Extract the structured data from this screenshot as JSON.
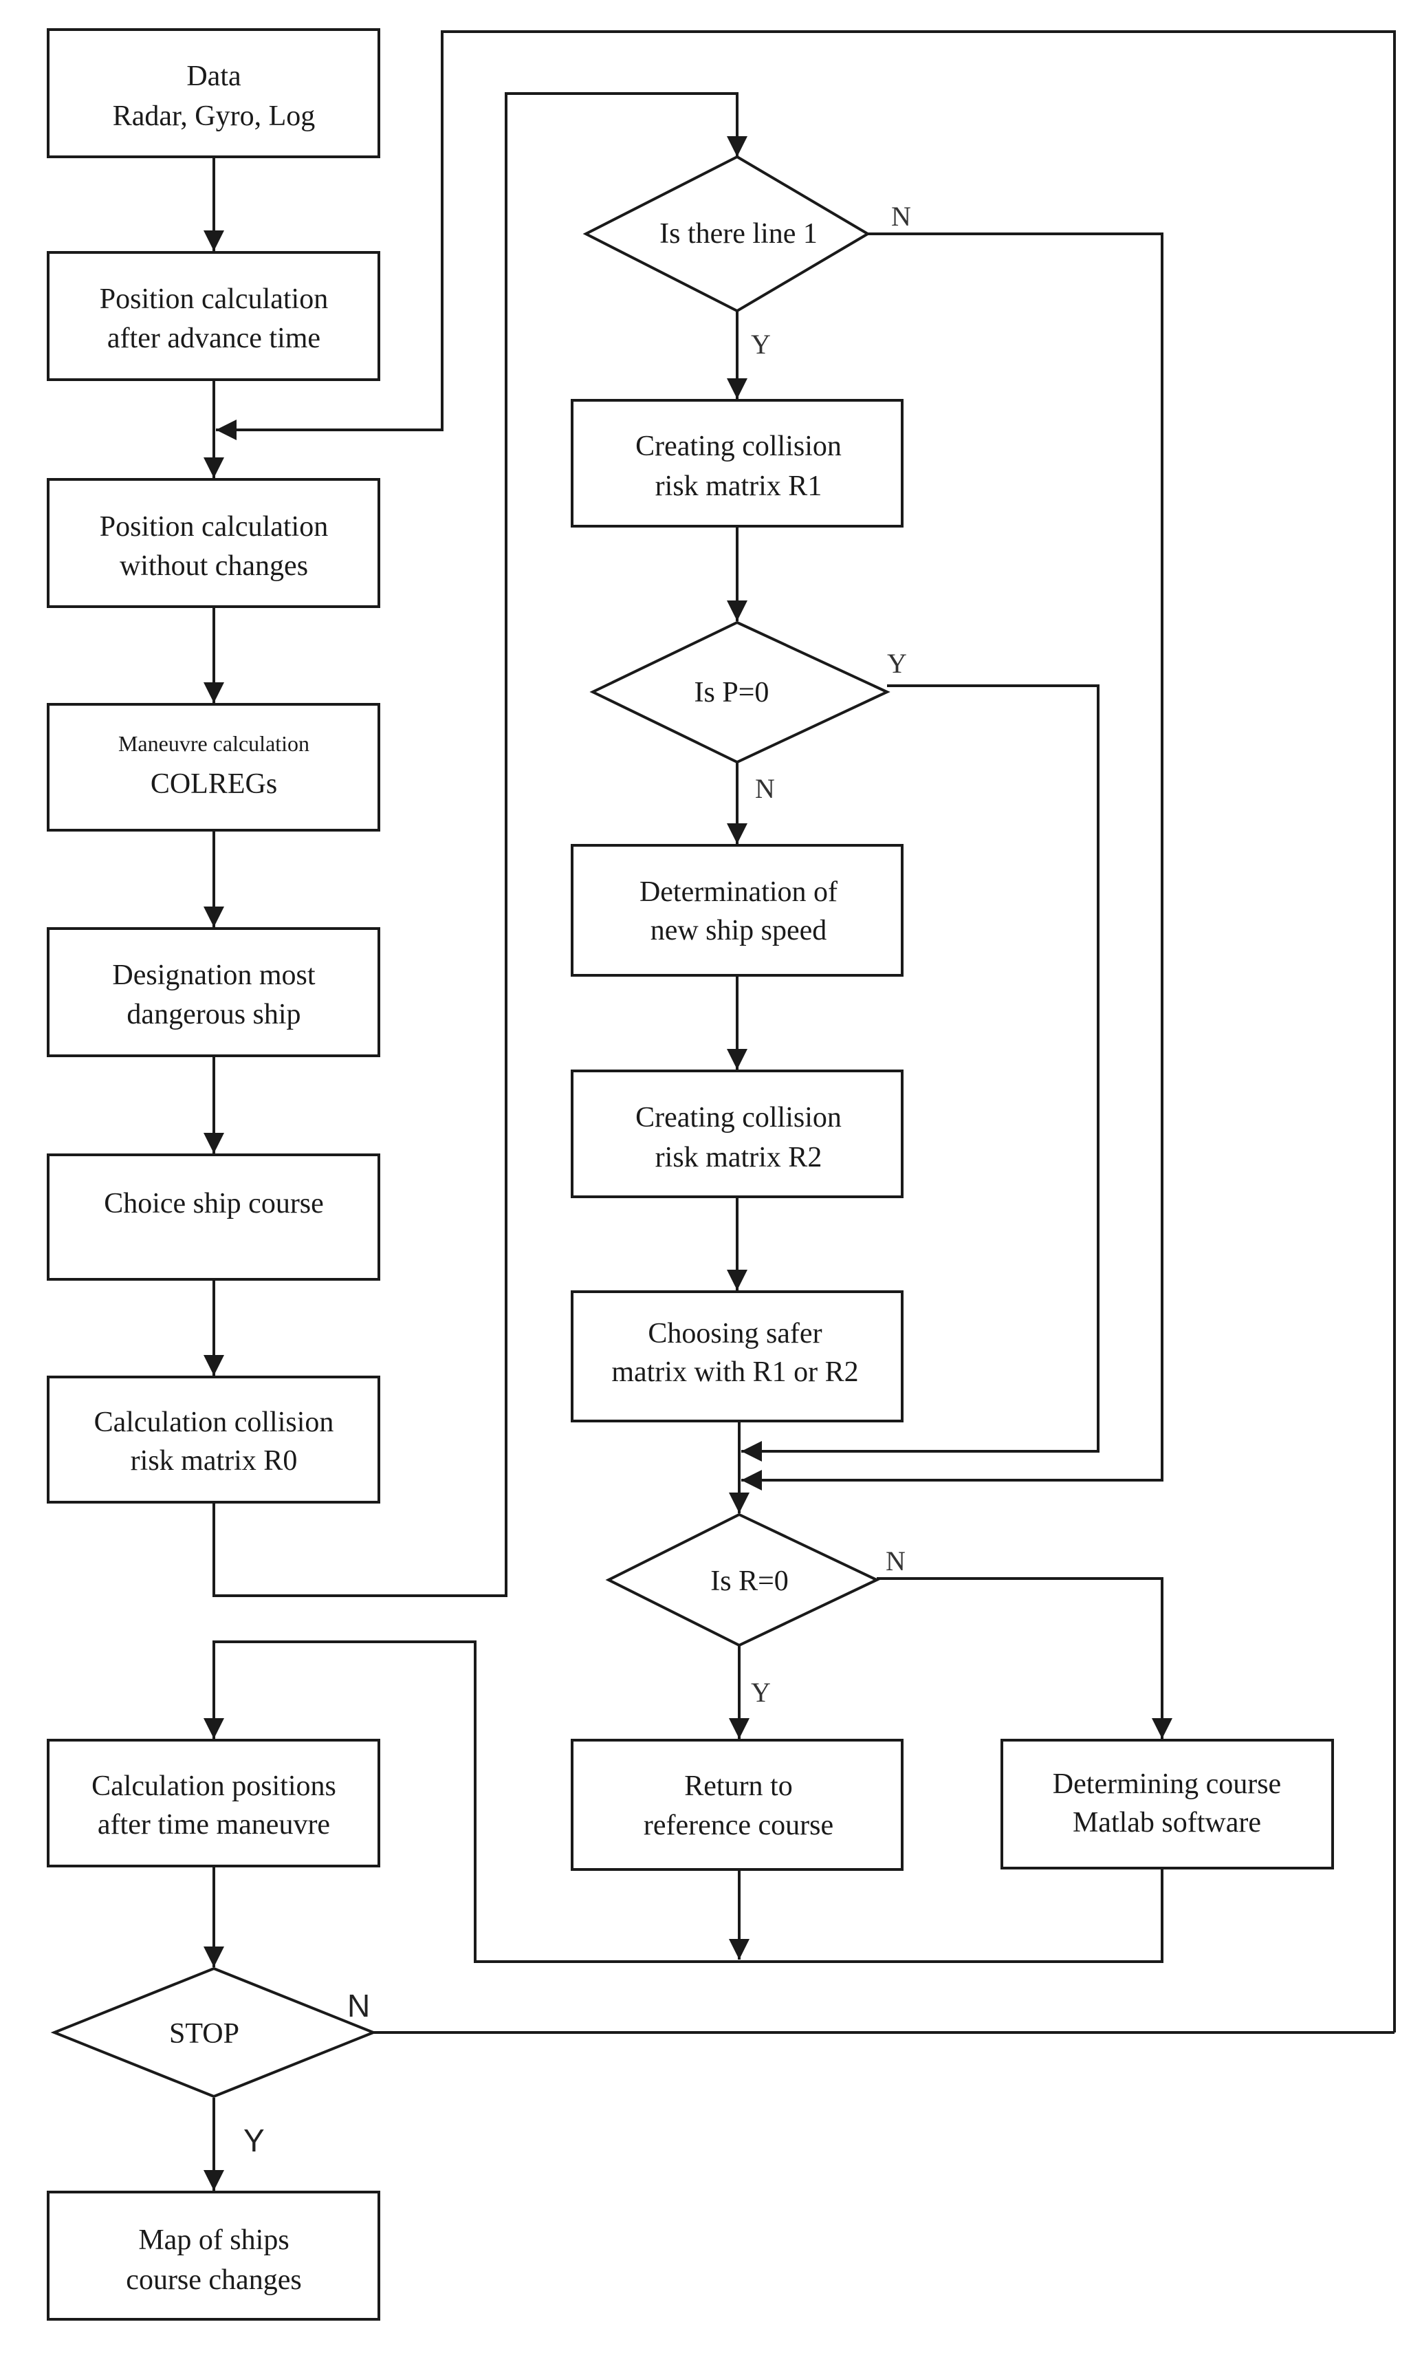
{
  "nodes": {
    "data": {
      "lines": [
        "Data",
        "Radar, Gyro, Log"
      ]
    },
    "pos_advance": {
      "lines": [
        "Position calculation",
        "after advance time"
      ]
    },
    "pos_nochange": {
      "lines": [
        "Position calculation",
        "without changes"
      ]
    },
    "maneuvre": {
      "lines": [
        "Maneuvre calculation",
        "COLREGs"
      ]
    },
    "designation": {
      "lines": [
        "Designation most",
        "dangerous ship"
      ]
    },
    "choice": {
      "lines": [
        "Choice ship course"
      ]
    },
    "calc_r0": {
      "lines": [
        "Calculation collision",
        "risk matrix R0"
      ]
    },
    "line1": {
      "lines": [
        "Is there line 1"
      ]
    },
    "create_r1": {
      "lines": [
        "Creating collision",
        "risk matrix R1"
      ]
    },
    "p0": {
      "lines": [
        "Is P=0"
      ]
    },
    "speed": {
      "lines": [
        "Determination of",
        "new ship speed"
      ]
    },
    "create_r2": {
      "lines": [
        "Creating collision",
        "risk matrix R2"
      ]
    },
    "safer": {
      "lines": [
        "Choosing safer",
        "matrix with R1 or R2"
      ]
    },
    "r0": {
      "lines": [
        "Is R=0"
      ]
    },
    "return_ref": {
      "lines": [
        "Return to",
        "reference course"
      ]
    },
    "matlab": {
      "lines": [
        "Determining course",
        "Matlab software"
      ]
    },
    "calc_pos": {
      "lines": [
        "Calculation positions",
        "after time maneuvre"
      ]
    },
    "stop": {
      "lines": [
        "STOP"
      ]
    },
    "map": {
      "lines": [
        "Map of ships",
        "course changes"
      ]
    }
  },
  "branch_labels": {
    "line1_yes": "Y",
    "line1_no": "N",
    "p0_yes": "Y",
    "p0_no": "N",
    "r0_yes": "Y",
    "r0_no": "N",
    "stop_yes": "Y",
    "stop_no": "N"
  }
}
